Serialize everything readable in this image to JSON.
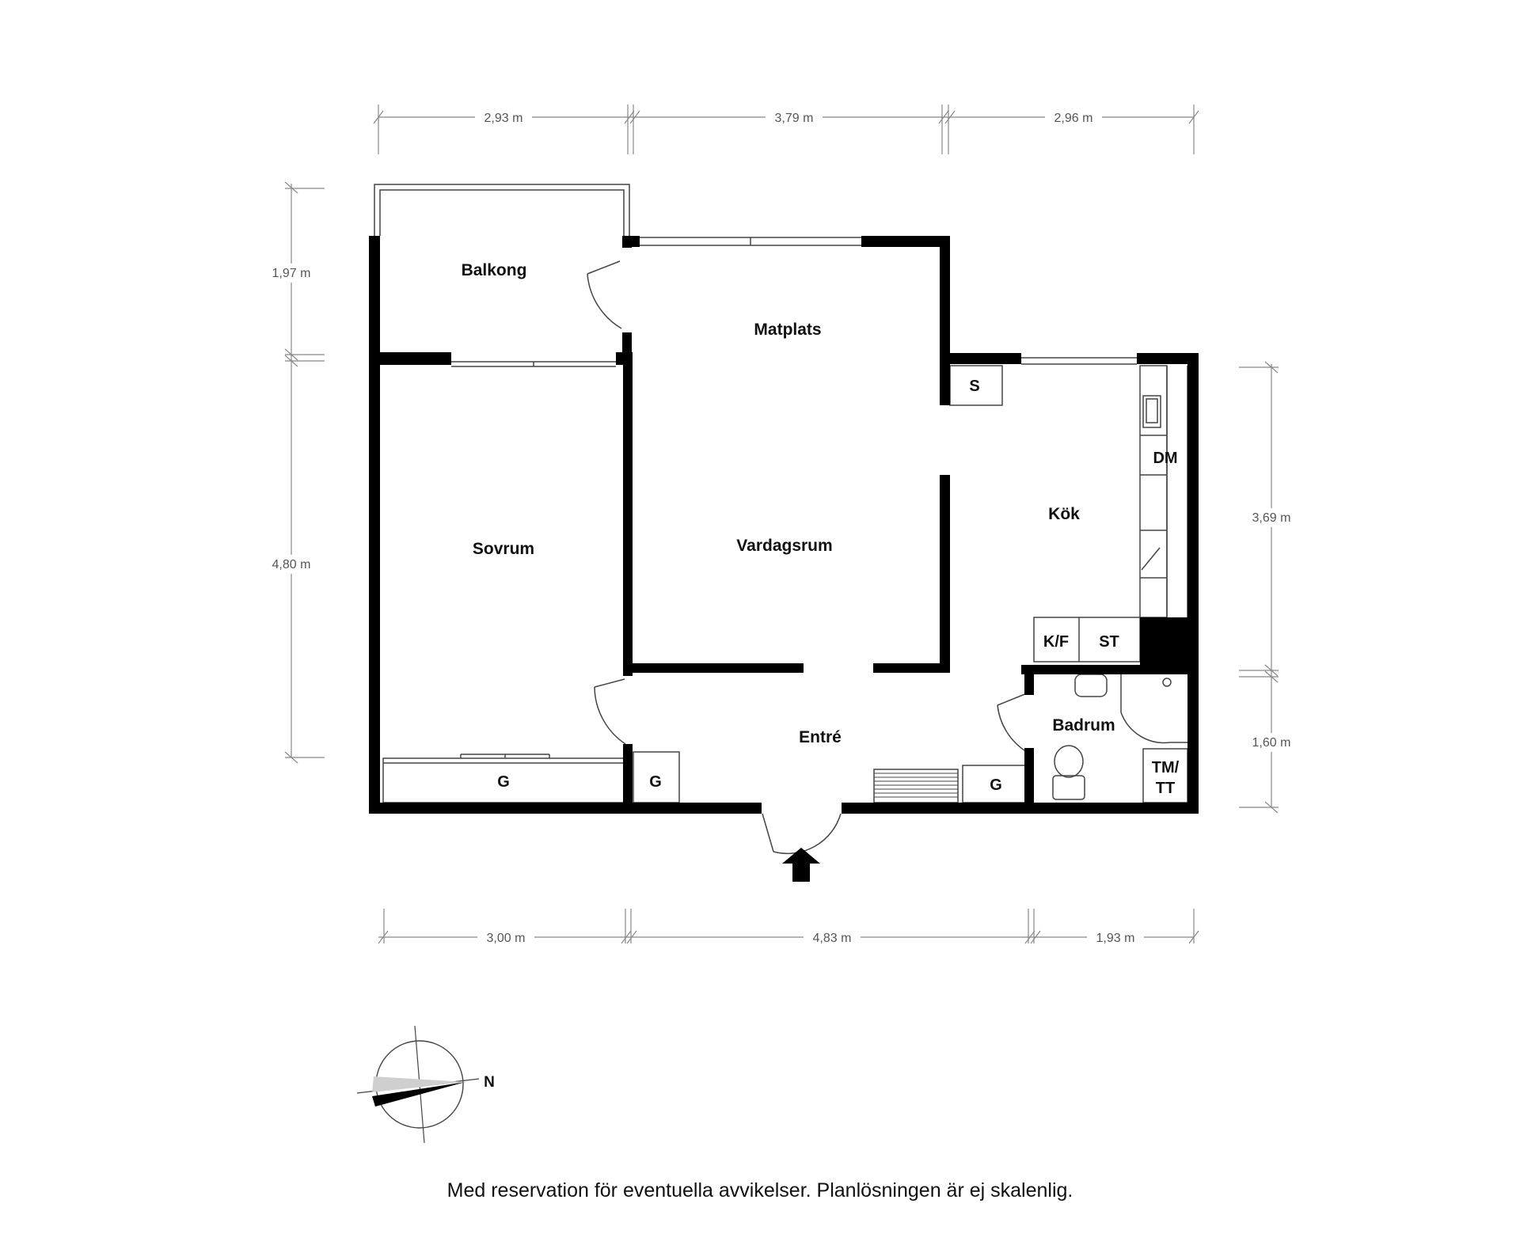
{
  "rooms": {
    "balkong": "Balkong",
    "matplats": "Matplats",
    "sovrum": "Sovrum",
    "vardagsrum": "Vardagsrum",
    "kok": "Kök",
    "entre": "Entré",
    "badrum": "Badrum"
  },
  "fixtures": {
    "s": "S",
    "dm": "DM",
    "kf": "K/F",
    "st": "ST",
    "g_sovrum": "G",
    "g_entre_left": "G",
    "g_entre_right": "G",
    "tm": "TM/",
    "tt": "TT"
  },
  "dimensions": {
    "top_1": "2,93 m",
    "top_2": "3,79 m",
    "top_3": "2,96 m",
    "bottom_1": "3,00 m",
    "bottom_2": "4,83 m",
    "bottom_3": "1,93 m",
    "left_1": "1,97 m",
    "left_2": "4,80 m",
    "right_1": "3,69 m",
    "right_2": "1,60 m"
  },
  "compass": {
    "label": "N"
  },
  "caption": "Med reservation för eventuella avvikelser. Planlösningen är ej skalenlig.",
  "colors": {
    "wall": "#000000",
    "line": "#444444",
    "dim_line": "#888888",
    "background": "#ffffff"
  }
}
